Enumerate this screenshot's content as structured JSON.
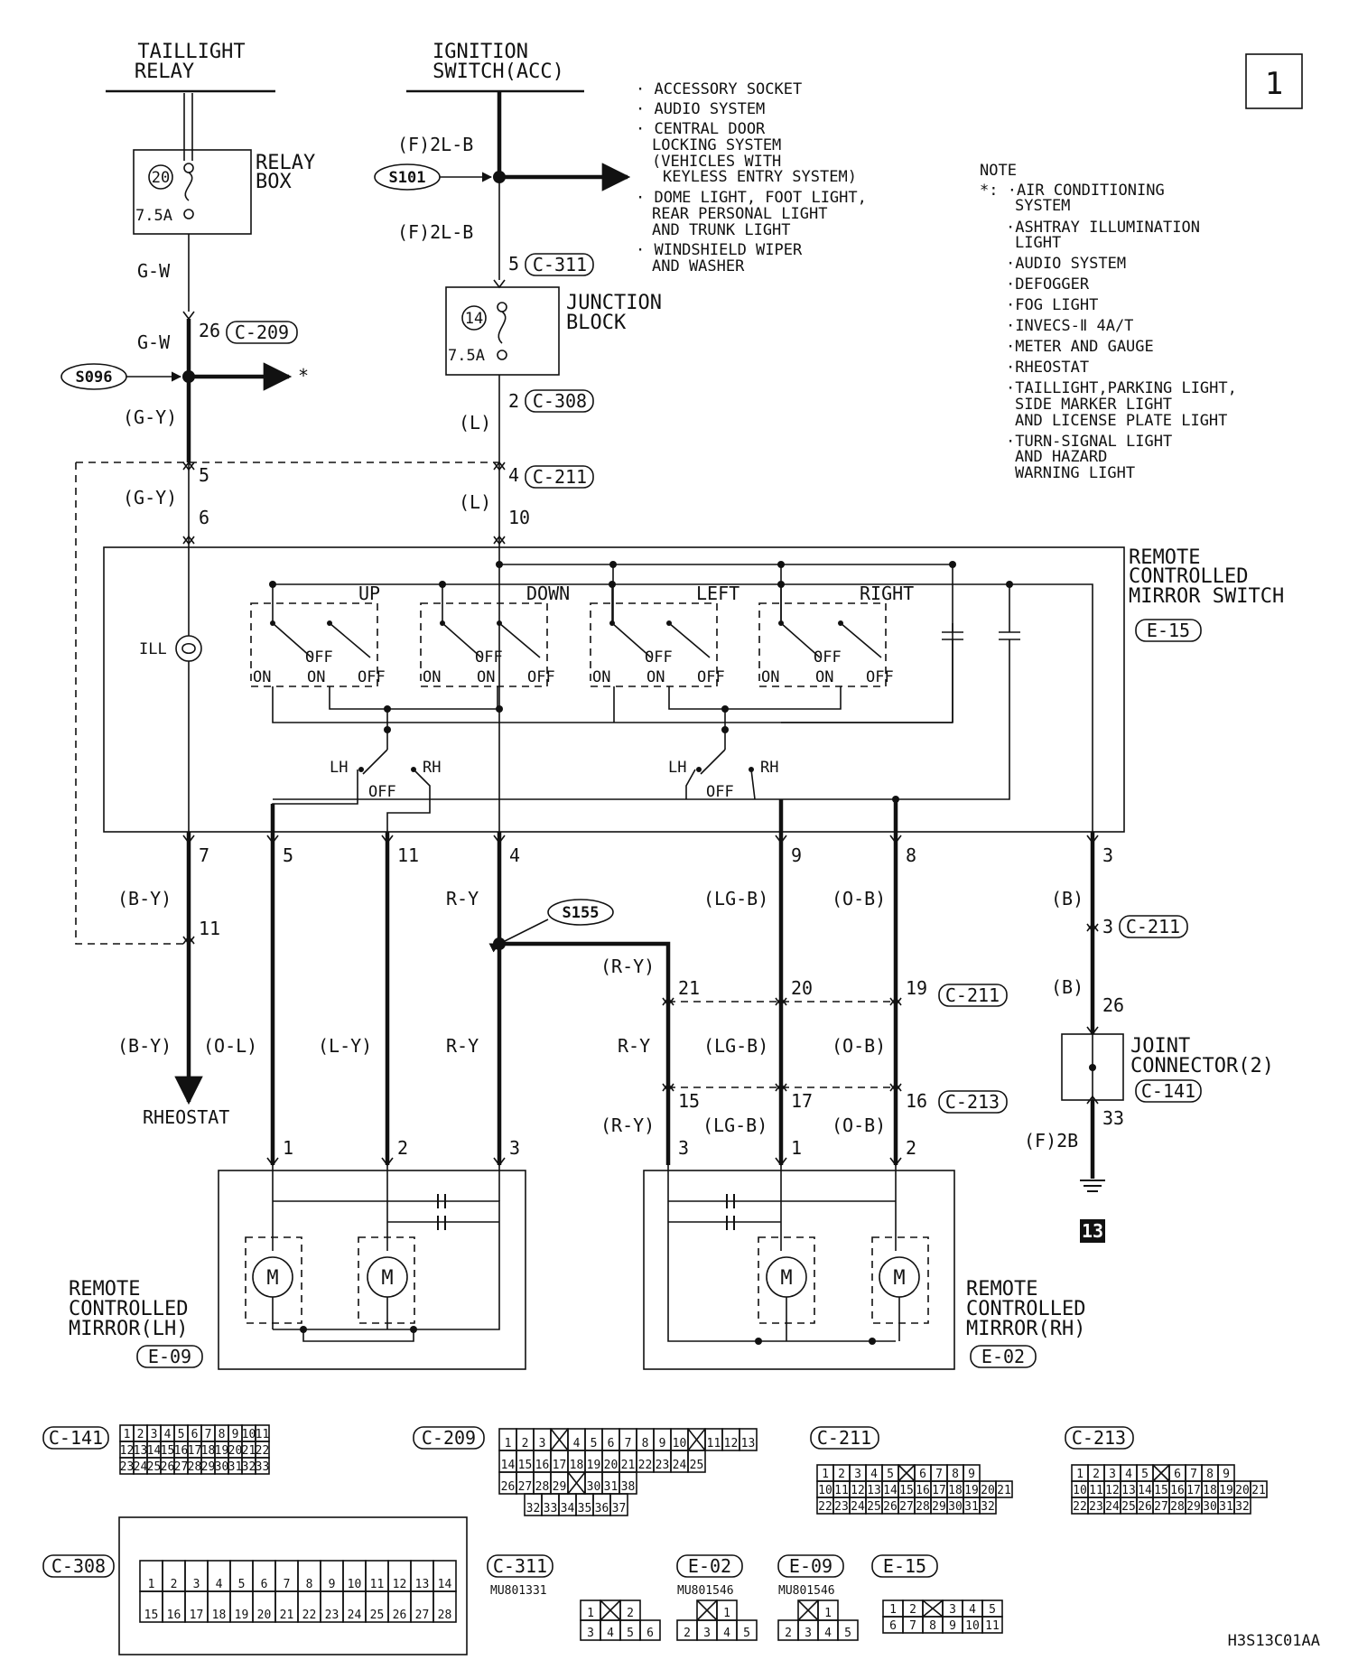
{
  "page_number": "1",
  "taillight_relay": {
    "line1": "TAILLIGHT",
    "line2": "RELAY"
  },
  "ignition_switch": {
    "line1": "IGNITION",
    "line2": "SWITCH(ACC)"
  },
  "relay_box": {
    "line1": "RELAY",
    "line2": "BOX",
    "fuse_number": "20",
    "fuse_rating": "7.5A"
  },
  "junction_block": {
    "line1": "JUNCTION",
    "line2": "BLOCK",
    "fuse_number": "14",
    "fuse_rating": "7.5A"
  },
  "splices": {
    "s101": "S101",
    "s096": "S096",
    "s155": "S155"
  },
  "acc_feeds": [
    "· ACCESSORY SOCKET",
    "· AUDIO SYSTEM",
    "· CENTRAL DOOR",
    "LOCKING SYSTEM",
    "(VEHICLES WITH",
    "KEYLESS ENTRY SYSTEM)",
    "· DOME LIGHT, FOOT LIGHT,",
    "REAR PERSONAL LIGHT",
    "AND TRUNK LIGHT",
    "· WINDSHIELD WIPER",
    "AND WASHER"
  ],
  "note": {
    "title": "NOTE",
    "lines": [
      "*: ·AIR CONDITIONING",
      "SYSTEM",
      "·ASHTRAY ILLUMINATION",
      "LIGHT",
      "·AUDIO SYSTEM",
      "·DEFOGGER",
      "·FOG LIGHT",
      "·INVECS-Ⅱ 4A/T",
      "·METER AND GAUGE",
      "·RHEOSTAT",
      "·TAILLIGHT,PARKING LIGHT,",
      "SIDE MARKER LIGHT",
      "AND LICENSE PLATE LIGHT",
      "·TURN-SIGNAL LIGHT",
      "AND HAZARD",
      "WARNING LIGHT"
    ]
  },
  "wire_labels": {
    "gw1": "G-W",
    "gw2": "G-W",
    "gy1": "(G-Y)",
    "gy2": "(G-Y)",
    "f2lb1": "(F)2L-B",
    "f2lb2": "(F)2L-B",
    "l1": "(L)",
    "l2": "(L)",
    "by1": "(B-Y)",
    "by2": "(B-Y)",
    "ol": "(O-L)",
    "ly": "(L-Y)",
    "ry1": "R-Y",
    "ry2": "R-Y",
    "ry3": "(R-Y)",
    "ry4": "R-Y",
    "ry5": "(R-Y)",
    "lgb1": "(LG-B)",
    "lgb2": "(LG-B)",
    "lgb3": "(LG-B)",
    "ob1": "(O-B)",
    "ob2": "(O-B)",
    "ob3": "(O-B)",
    "b1": "(B)",
    "b2": "(B)",
    "f2b": "(F)2B",
    "rheostat": "RHEOSTAT"
  },
  "connectors": {
    "c209": "C-209",
    "c311": "C-311",
    "c308": "C-308",
    "c211": "C-211",
    "c213": "C-213",
    "c141": "C-141",
    "e15": "E-15",
    "e09": "E-09",
    "e02": "E-02"
  },
  "pins": {
    "p26": "26",
    "p5c311": "5",
    "p2c308": "2",
    "p4c211": "4",
    "p5": "5",
    "p6": "6",
    "p10": "10",
    "p7": "7",
    "p5b": "5",
    "p11": "11",
    "p4": "4",
    "p9": "9",
    "p8": "8",
    "p3": "3",
    "p11b": "11",
    "p3c211": "3",
    "p21": "21",
    "p20": "20",
    "p19": "19",
    "p15": "15",
    "p17": "17",
    "p16": "16",
    "p26j": "26",
    "p33": "33",
    "lh1": "1",
    "lh2": "2",
    "lh3": "3",
    "rh3": "3",
    "rh1": "1",
    "rh2": "2"
  },
  "switch": {
    "name1": "REMOTE",
    "name2": "CONTROLLED",
    "name3": "MIRROR SWITCH",
    "up": "UP",
    "down": "DOWN",
    "left": "LEFT",
    "right": "RIGHT",
    "ill": "ILL",
    "on": "ON",
    "off": "OFF",
    "lh": "LH",
    "rh": "RH"
  },
  "mirror_lh": {
    "line1": "REMOTE",
    "line2": "CONTROLLED",
    "line3": "MIRROR(LH)"
  },
  "mirror_rh": {
    "line1": "REMOTE",
    "line2": "CONTROLLED",
    "line3": "MIRROR(RH)"
  },
  "joint_connector": {
    "line1": "JOINT",
    "line2": "CONNECTOR(2)"
  },
  "ground_number": "13",
  "motor_symbol": "M",
  "part_numbers": {
    "c311": "MU801331",
    "e02": "MU801546",
    "e09": "MU801546"
  },
  "connector_faces": {
    "c141": [
      [
        "1",
        "2",
        "3",
        "4",
        "5",
        "6",
        "7",
        "8",
        "9",
        "10",
        "11"
      ],
      [
        "12",
        "13",
        "14",
        "15",
        "16",
        "17",
        "18",
        "19",
        "20",
        "21",
        "22"
      ],
      [
        "23",
        "24",
        "25",
        "26",
        "27",
        "28",
        "29",
        "30",
        "31",
        "32",
        "33"
      ]
    ],
    "c209": [
      [
        "1",
        "2",
        "3",
        "",
        "4",
        "5",
        "6",
        "7",
        "8",
        "9",
        "10",
        "",
        "11",
        "12",
        "13"
      ],
      [
        "14",
        "15",
        "16",
        "17",
        "18",
        "19",
        "20",
        "21",
        "22",
        "23",
        "24",
        "25"
      ],
      [
        "26",
        "27",
        "28",
        "29",
        "",
        "30",
        "31",
        "38"
      ],
      [
        "32",
        "33",
        "34",
        "35",
        "36",
        "37"
      ]
    ],
    "c211": [
      [
        "1",
        "2",
        "3",
        "4",
        "5",
        "",
        "6",
        "7",
        "8",
        "9"
      ],
      [
        "10",
        "11",
        "12",
        "13",
        "14",
        "15",
        "16",
        "17",
        "18",
        "19",
        "20",
        "21"
      ],
      [
        "22",
        "23",
        "24",
        "25",
        "26",
        "27",
        "28",
        "29",
        "30",
        "31",
        "32"
      ]
    ],
    "c213": [
      [
        "1",
        "2",
        "3",
        "4",
        "5",
        "",
        "6",
        "7",
        "8",
        "9"
      ],
      [
        "10",
        "11",
        "12",
        "13",
        "14",
        "15",
        "16",
        "17",
        "18",
        "19",
        "20",
        "21"
      ],
      [
        "22",
        "23",
        "24",
        "25",
        "26",
        "27",
        "28",
        "29",
        "30",
        "31",
        "32"
      ]
    ],
    "c308": [
      [
        "1",
        "2",
        "3",
        "4",
        "5",
        "6",
        "7",
        "8",
        "9",
        "10",
        "11",
        "12",
        "13",
        "14"
      ],
      [
        "15",
        "16",
        "17",
        "18",
        "19",
        "20",
        "21",
        "22",
        "23",
        "24",
        "25",
        "26",
        "27",
        "28"
      ]
    ],
    "c311": [
      [
        "1",
        "",
        "2"
      ],
      [
        "3",
        "4",
        "5",
        "6"
      ]
    ],
    "e02": [
      [
        "",
        "1"
      ],
      [
        "2",
        "3",
        "4",
        "5"
      ]
    ],
    "e09": [
      [
        "",
        "1"
      ],
      [
        "2",
        "3",
        "4",
        "5"
      ]
    ],
    "e15": [
      [
        "1",
        "2",
        "",
        "3",
        "4",
        "5"
      ],
      [
        "6",
        "7",
        "8",
        "9",
        "10",
        "11"
      ]
    ]
  },
  "figure_code": "H3S13C01AA"
}
